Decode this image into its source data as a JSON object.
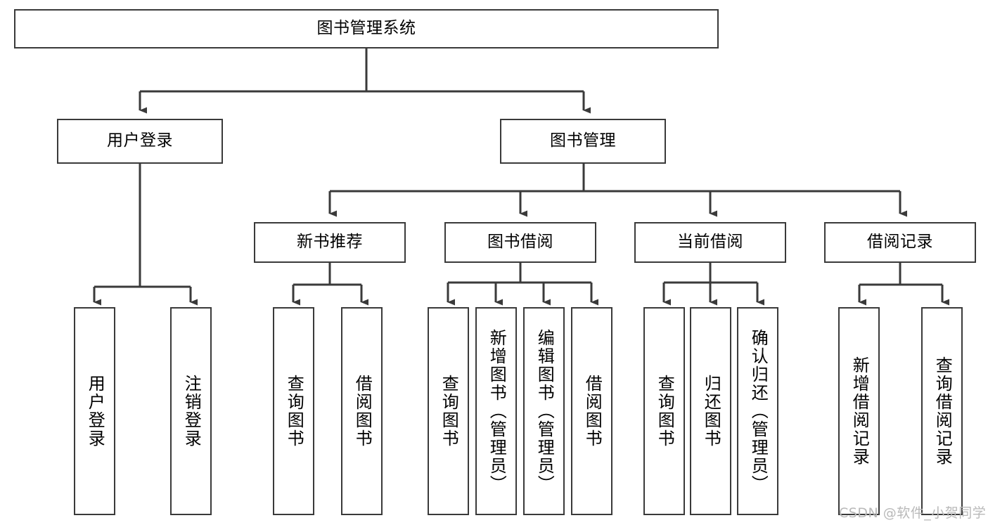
{
  "diagram": {
    "title": "图书管理系统",
    "watermark": "CSDN @软件_小贺同学",
    "colors": {
      "box_border": "#3a3a3a",
      "edge": "#3a3a3a",
      "background": "#ffffff",
      "watermark": "#b9b9b9"
    },
    "levels": {
      "root": {
        "label": "图书管理系统"
      },
      "level2": [
        {
          "label": "用户登录"
        },
        {
          "label": "图书管理"
        }
      ],
      "level3": [
        {
          "label": "新书推荐"
        },
        {
          "label": "图书借阅"
        },
        {
          "label": "当前借阅"
        },
        {
          "label": "借阅记录"
        }
      ],
      "leaves": {
        "user_login": [
          {
            "label": "用户登录"
          },
          {
            "label": "注销登录"
          }
        ],
        "new_book_recommend": [
          {
            "label": "查询图书"
          },
          {
            "label": "借阅图书"
          }
        ],
        "book_borrow": [
          {
            "label": "查询图书"
          },
          {
            "label": "新增图书（管理员）"
          },
          {
            "label": "编辑图书（管理员）"
          },
          {
            "label": "借阅图书"
          }
        ],
        "current_borrow": [
          {
            "label": "查询图书"
          },
          {
            "label": "归还图书"
          },
          {
            "label": "确认归还（管理员）"
          }
        ],
        "borrow_record": [
          {
            "label": "新增借阅记录"
          },
          {
            "label": "查询借阅记录"
          }
        ]
      }
    }
  }
}
